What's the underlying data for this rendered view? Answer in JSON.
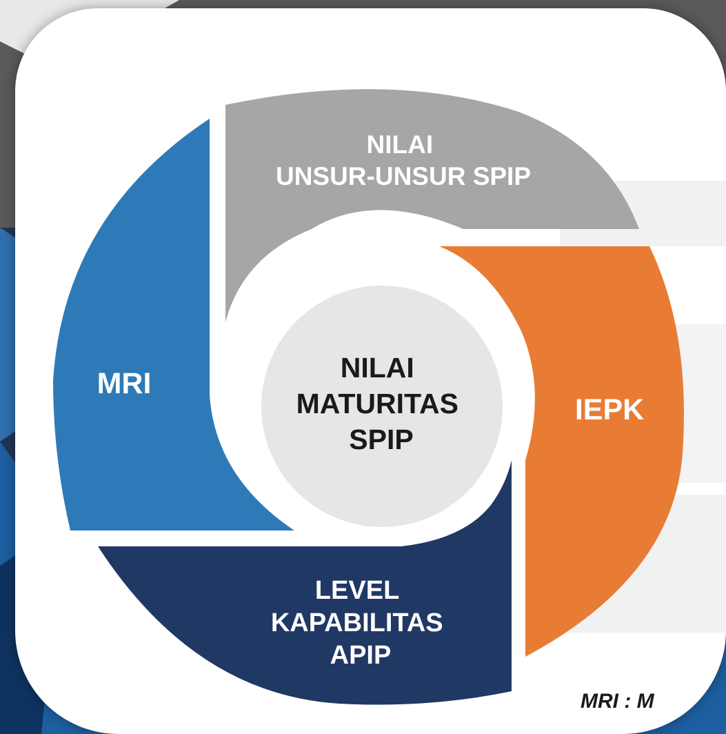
{
  "diagram": {
    "segments": [
      {
        "id": "top",
        "lines": [
          "NILAI",
          "UNSUR-UNSUR SPIP"
        ],
        "color": "#a6a6a6"
      },
      {
        "id": "right",
        "lines": [
          "IEPK"
        ],
        "color": "#e87c34"
      },
      {
        "id": "bottom",
        "lines": [
          "LEVEL",
          "KAPABILITAS",
          "APIP"
        ],
        "color": "#203864"
      },
      {
        "id": "left",
        "lines": [
          "MRI"
        ],
        "color": "#2e7ab8"
      }
    ],
    "center": {
      "lines": [
        "NILAI",
        "MATURITAS",
        "SPIP"
      ],
      "color": "#e4e6e8"
    }
  },
  "footnote": "MRI : M"
}
